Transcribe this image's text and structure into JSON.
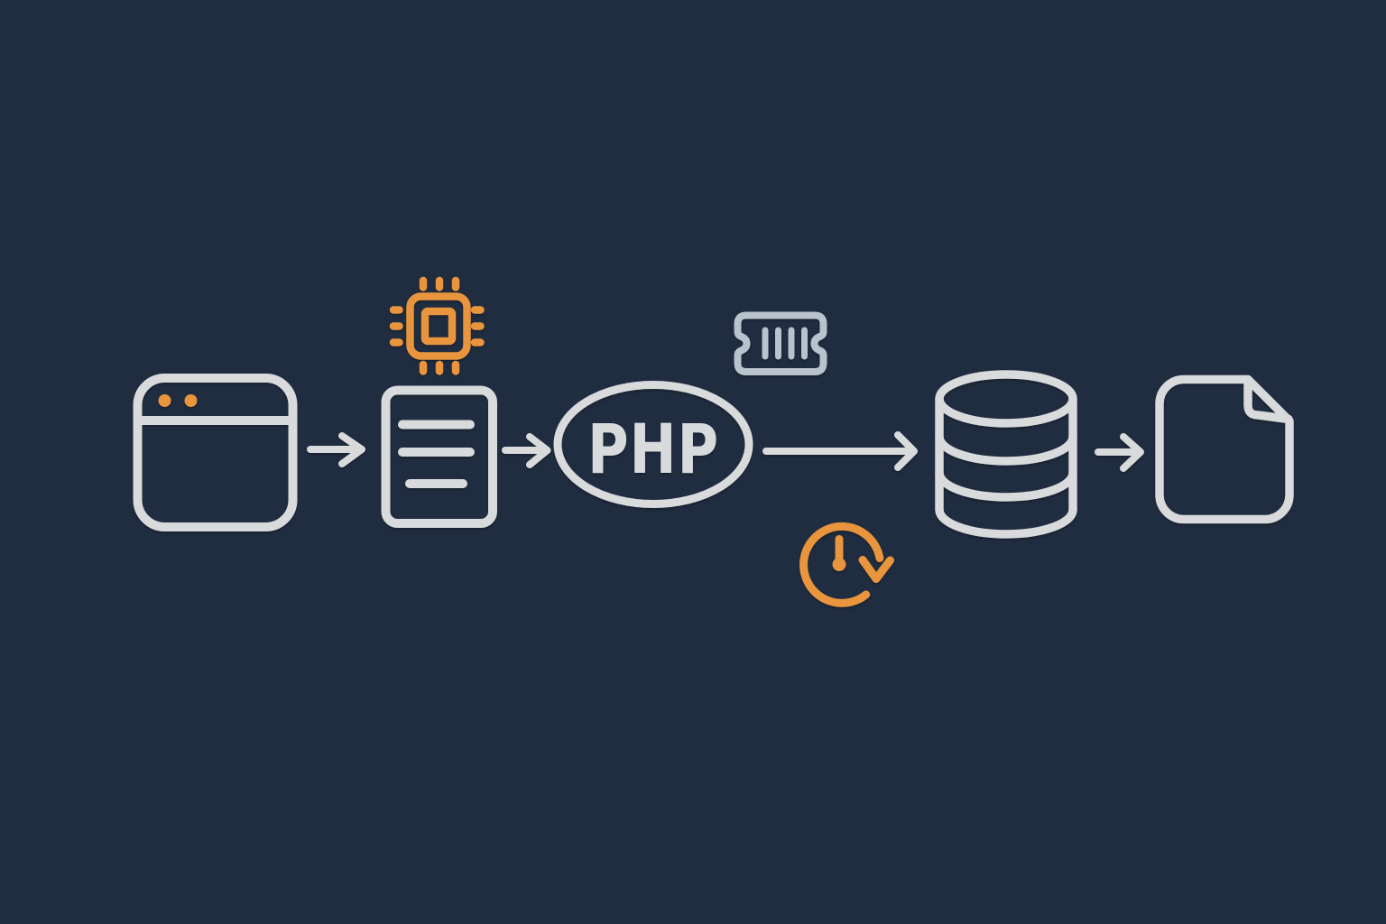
{
  "colors": {
    "bg": "#202d40",
    "light": "#d8dadc",
    "muted": "#b9c3ce",
    "accent": "#e9953e"
  },
  "diagram": {
    "php_label": "PHP",
    "flow": [
      {
        "id": "browser",
        "icon": "browser-window-icon",
        "color": "light"
      },
      {
        "id": "arrow-1",
        "icon": "arrow-right-icon",
        "color": "light"
      },
      {
        "id": "script-document",
        "icon": "document-lines-icon",
        "color": "light"
      },
      {
        "id": "arrow-2",
        "icon": "arrow-right-icon",
        "color": "light"
      },
      {
        "id": "php-engine",
        "icon": "php-ellipse-icon",
        "label": "PHP",
        "color": "light"
      },
      {
        "id": "arrow-3",
        "icon": "arrow-right-icon",
        "color": "light"
      },
      {
        "id": "database",
        "icon": "database-cylinder-icon",
        "color": "light"
      },
      {
        "id": "arrow-4",
        "icon": "arrow-right-icon",
        "color": "light"
      },
      {
        "id": "output-file",
        "icon": "blank-file-icon",
        "color": "light"
      }
    ],
    "decorations": [
      {
        "id": "cpu",
        "icon": "cpu-chip-icon",
        "color": "accent",
        "near": "above script-document"
      },
      {
        "id": "memory",
        "icon": "ram-module-icon",
        "color": "muted",
        "near": "above arrow-3"
      },
      {
        "id": "timer",
        "icon": "clockwise-timer-icon",
        "color": "accent",
        "near": "below arrow-3"
      }
    ]
  }
}
